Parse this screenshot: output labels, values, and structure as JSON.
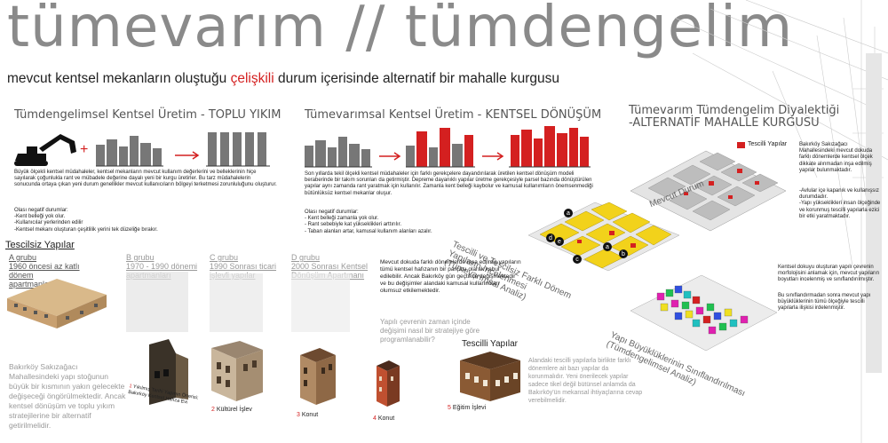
{
  "header": {
    "title": "tümevarım // tümdengelim",
    "subtitle_before": "mevcut kentsel mekanların oluştuğu ",
    "subtitle_emph": "çelişkili",
    "subtitle_after": " durum içerisinde alternatif bir mahalle kurgusu"
  },
  "sections": {
    "s1": {
      "heading": "Tümdengelimsel Kentsel Üretim - TOPLU YIKIM",
      "text": "Büyük ölçekli kentsel müdahaleler, kentsel mekanların mevcut kullanım değerlerini ve belleklerinin hiçe sayılarak çoğunlukla rant ve mübadele değerine dayalı yeni bir kurgu üretirler. Bu tarz müdahalelerin sonucunda ortaya çıkan yeni durum genellikler mevcut kullanıcıların bölgeyi terketmesi zorunluluğunu oluşturur.",
      "neg_title": "Olası negatif durumlar:",
      "neg_items": [
        "-Kent belleği yok olur.",
        "-Kullanıcılar yerlerinden edilir",
        "-Kentsel mekanı oluşturan çeşitlilik yerini tek düzeliğe bırakır."
      ]
    },
    "s2": {
      "heading": "Tümevarımsal Kentsel Üretim - KENTSEL DÖNÜŞÜM",
      "text": "Son yıllarda tekil ölçekli kentsel müdahaleler için farklı gerekçelere dayandırılarak üretilen kentsel dönüşüm modeli beraberinde bir takım sorunları da getirmiştir. Depreme dayanıklı yapılar üretme gerekçesiyle parsel bazında dönüştürülen yapılar aynı zamanda rant yaratmak için kullanılır. Zamanla kent belleği kaybolur ve kamusal kullanımların önemsenmediği bütünlüksüz kentsel mekanlar oluşur.",
      "neg_title": "Olası negatif durumlar:",
      "neg_items": [
        "- Kent belleği zamanla yok olur.",
        "- Rant sebebiyle kat yükseklikleri arttırılır.",
        "- Taban alanları artar, kamusal kullanım alanları azalır."
      ]
    },
    "s3": {
      "heading_line1": "Tümevarım Tümdengelim Diyalektiği",
      "heading_line2": "-ALTERNATİF MAHALLE KURGUSU",
      "legend": "Tescilli Yapılar",
      "text1": "Bakırköy Sakızağacı Mahallesindeki mevcut dokuda farklı dönemlerde kentsel ölçek dikkate alınmadan inşa edilmiş yapılar bulunmaktadır.",
      "text2": "-Avlular içe kapanık ve kullanışsız durumdadır.\n-Yapı yükseklikleri insan ölçeğinde ve korunmuş tescilli yapılarla ezici bir etki yaratmaktadır.",
      "text3": "Kentsel dokuyu oluşturan yapılı çevrenin morfolojisini anlamak için, mevcut yapıların boyutları incelenmiş ve sınıflandırılmıştır.",
      "text4": "Bu sınıflandırmadan sonra mevcut yapı büyüklüklerinin tümü ölçeğiyle tescilli yapılarla ilişkisi irdelenmiştir."
    },
    "diagram_labels": {
      "mevcut": "Mevcut Durum",
      "tescil": "Tescilli ve Tescilsiz Farklı Dönem Yapıların İncelenmesi (Tümevarımsal Analiz)",
      "buyukluk": "Yapı Büyüklüklerinin Sınıflandırılması (Tümdengelimsel Analiz)"
    },
    "map_markers": [
      "a",
      "a",
      "b",
      "c",
      "d",
      "e"
    ]
  },
  "tescilsiz": {
    "heading": "Tescilsiz Yapılar",
    "groups": [
      {
        "title": "A grubu",
        "desc": "1960 öncesi az katlı dönem apartmanları"
      },
      {
        "title": "B grubu",
        "desc": "1970 - 1990 dönemi apartmanları"
      },
      {
        "title": "C grubu",
        "desc": "1990 Sonrası ticari işlevli yapılar"
      },
      {
        "title": "D grubu",
        "desc": "2000 Sonrası Kentsel Dönüşüm Apartmanı"
      }
    ],
    "note": "Mevcut dokuda farklı dönemlerde inşa edilmiş yapıların tümü kentsel hafızanın bir parçası olarak kabul edilebilir. Ancak Bakırköy gün geçtikçe değişmektedir ve bu değişimler alandaki kamusal kullanımları olumsuz etkilemektedir.",
    "question": "Yapılı çevrenin zaman içinde değişimi nasıl bir stratejiye göre programlanabilir?"
  },
  "tescilli": {
    "heading": "Tescilli Yapılar",
    "left_text": "Bakırköy Sakızağacı Mahallesindeki yapı stoğunun büyük bir kısmının yakın gelecekte değişeceği öngörülmektedir. Ancak kentsel dönüşüm ve toplu yıkım stratejilerine bir alternatif getirilmelidir.",
    "right_text": "Alandaki tescilli yapılarla birlikte farklı dönemlere ait bazı yapılar da korunmalıdır. Yeni önerilecek yapılar sadece tikel değil bütünsel anlamda da Bakırköy'ün mekansal ihtiyaçlarına cevap verebilmelidir.",
    "items": [
      {
        "num": "1",
        "label": "Yıkılmış Tarihi Yapının Önerisi: Bakırköy Kentsel Hafıza Evi"
      },
      {
        "num": "2",
        "label": "Kültürel İşlev"
      },
      {
        "num": "3",
        "label": "Konut"
      },
      {
        "num": "4",
        "label": "Konut"
      },
      {
        "num": "5",
        "label": "Eğitim İşlevi"
      }
    ]
  },
  "colors": {
    "accent": "#d42020",
    "grey": "#8a8a8a",
    "yellow": "#f2d21b"
  }
}
